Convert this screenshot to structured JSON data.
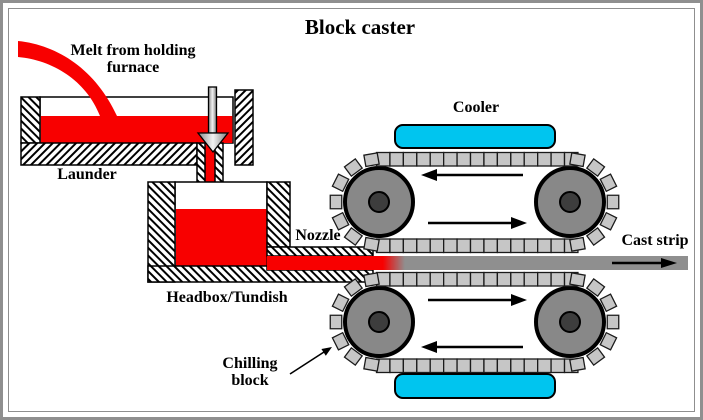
{
  "title": "Block caster",
  "labels": {
    "melt_line1": "Melt from holding",
    "melt_line2": "furnace",
    "launder": "Launder",
    "nozzle": "Nozzle",
    "headbox": "Headbox/Tundish",
    "cooler": "Cooler",
    "cast_strip": "Cast strip",
    "chilling_line1": "Chilling",
    "chilling_line2": "block"
  },
  "colors": {
    "melt_red": "#f80000",
    "cooler_cyan": "#00c5ef",
    "wheel_gray": "#888888",
    "hub_gray": "#3d3d3d",
    "block_gray": "#c6c6c6",
    "strip_gray": "#8f8f8f",
    "frame_gray": "#8f8f8f"
  }
}
